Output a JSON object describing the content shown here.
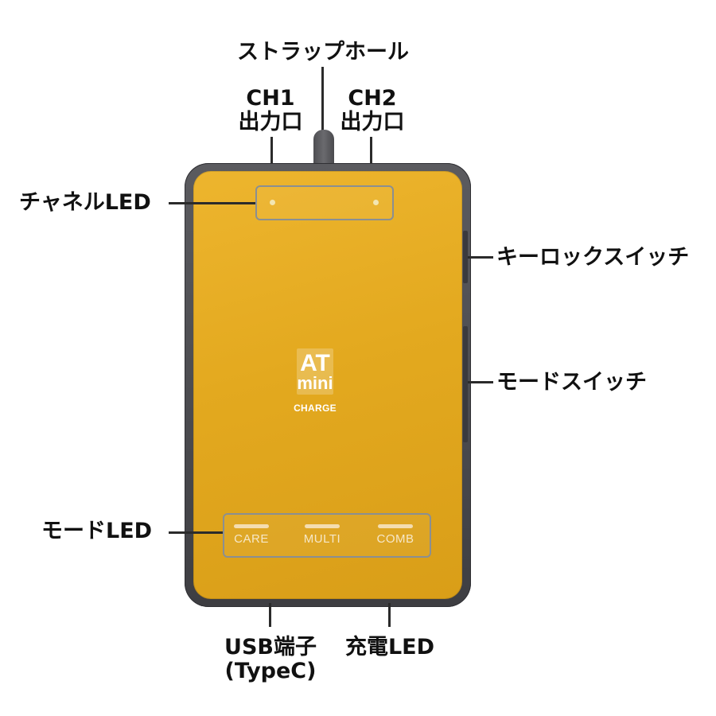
{
  "labels": {
    "strap_hole": "ストラップホール",
    "ch1_line1": "CH1",
    "ch1_line2": "出力口",
    "ch2_line1": "CH2",
    "ch2_line2": "出力口",
    "channel_led": "チャネルLED",
    "key_lock_switch": "キーロックスイッチ",
    "mode_switch": "モードスイッチ",
    "mode_led": "モードLED",
    "usb_line1": "USB端子",
    "usb_line2": "(TypeC)",
    "charge_led": "充電LED"
  },
  "device": {
    "logo_line1": "AT",
    "logo_line2": "mini",
    "logo_line3": "CHARGE",
    "mode_leds": [
      "CARE",
      "MULTI",
      "COMB"
    ],
    "colors": {
      "body": "#e3a91f",
      "frame": "#4a4a4e",
      "leader_line": "#2b2b2b"
    }
  }
}
